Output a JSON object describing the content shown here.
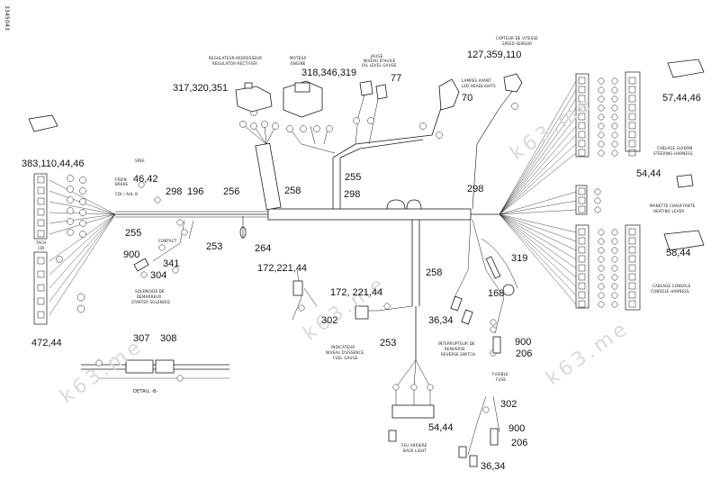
{
  "doc_code": "3345043",
  "callouts": {
    "c_317": "317,320,351",
    "c_318": "318,346,319",
    "c_77": "77",
    "c_70": "70",
    "c_127": "127,359,110",
    "c_57": "57,44,46",
    "c_383": "383,110,44,46",
    "c_46": "46,42",
    "c_298a": "298",
    "c_196": "196",
    "c_256": "256",
    "c_258a": "258",
    "c_255a": "255",
    "c_298b": "298",
    "c_298c": "298",
    "c_54a": "54,44",
    "c_58": "58,44",
    "c_255b": "255",
    "c_253a": "253",
    "c_264": "264",
    "c_900a": "900",
    "c_341": "341",
    "c_304": "304",
    "c_172a": "172,221,44",
    "c_258b": "258",
    "c_319": "319",
    "c_172b": "172, 221,44",
    "c_168": "168",
    "c_302a": "302",
    "c_36a": "36,34",
    "c_472": "472,44",
    "c_253b": "253",
    "c_900b": "900",
    "c_206a": "206",
    "c_307": "307",
    "c_308": "308",
    "c_54b": "54,44",
    "c_302b": "302",
    "c_900c": "900",
    "c_206b": "206",
    "c_36b": "36,34"
  },
  "small_labels": {
    "regulateur": "REGULATEUR-REDRESSEUR",
    "regulator": "REGULATOR-RECTIFIER",
    "moteur": "MOTEUR",
    "engine": "ENGINE",
    "jauge": "JAUGE",
    "niveau_huile": "NIVEAU D'HUILE",
    "oil_level": "OIL LEVEL GAUGE",
    "capteur": "CAPTEUR DE VITESSE",
    "speed_sensor": "SPEED SENSOR",
    "lampes": "LAMPES AVANT",
    "led_lights": "LED HEADLIGHTS",
    "cablage_guidon": "CABLAGE GUIDON",
    "steering_harness": "STEERING HARNESS",
    "manette": "MANETTE CHAUFFANTE",
    "heated_lever": "HEATING LEVER",
    "cablage_console": "CABLAGE CONSOLE",
    "console_harness": "CONSOLE HARNESS",
    "solenoide": "SOLENOIDE DE",
    "demarreur": "DEMARREUR",
    "starter_solenoid": "STARTER SOLENOID",
    "indicateur": "INDICATEUR",
    "niveau_essence": "NIVEAU D'ESSENCE",
    "fuel_gauge": "FUEL GAUGE",
    "interrupteur": "INTERRUPTEUR DE",
    "renverse": "RENVERSE",
    "reverse_switch": "REVERSE SWITCH",
    "fusible": "FUSIBLE",
    "fuse": "FUSE",
    "feu_arriere": "FEU ARRIERE",
    "back_light": "BACK LIGHT",
    "detail": "DETAIL -B-",
    "cdi": "CDI",
    "tach": "TACH",
    "spee": "SPEE",
    "frein": "FREIN",
    "brake": "BRAKE",
    "cdi_ab": "CDI / AUL B",
    "contact": "CONTACT"
  },
  "watermark": "k63.me",
  "colors": {
    "line": "#1a1a1a",
    "thin": "#444444",
    "bg": "#ffffff"
  }
}
